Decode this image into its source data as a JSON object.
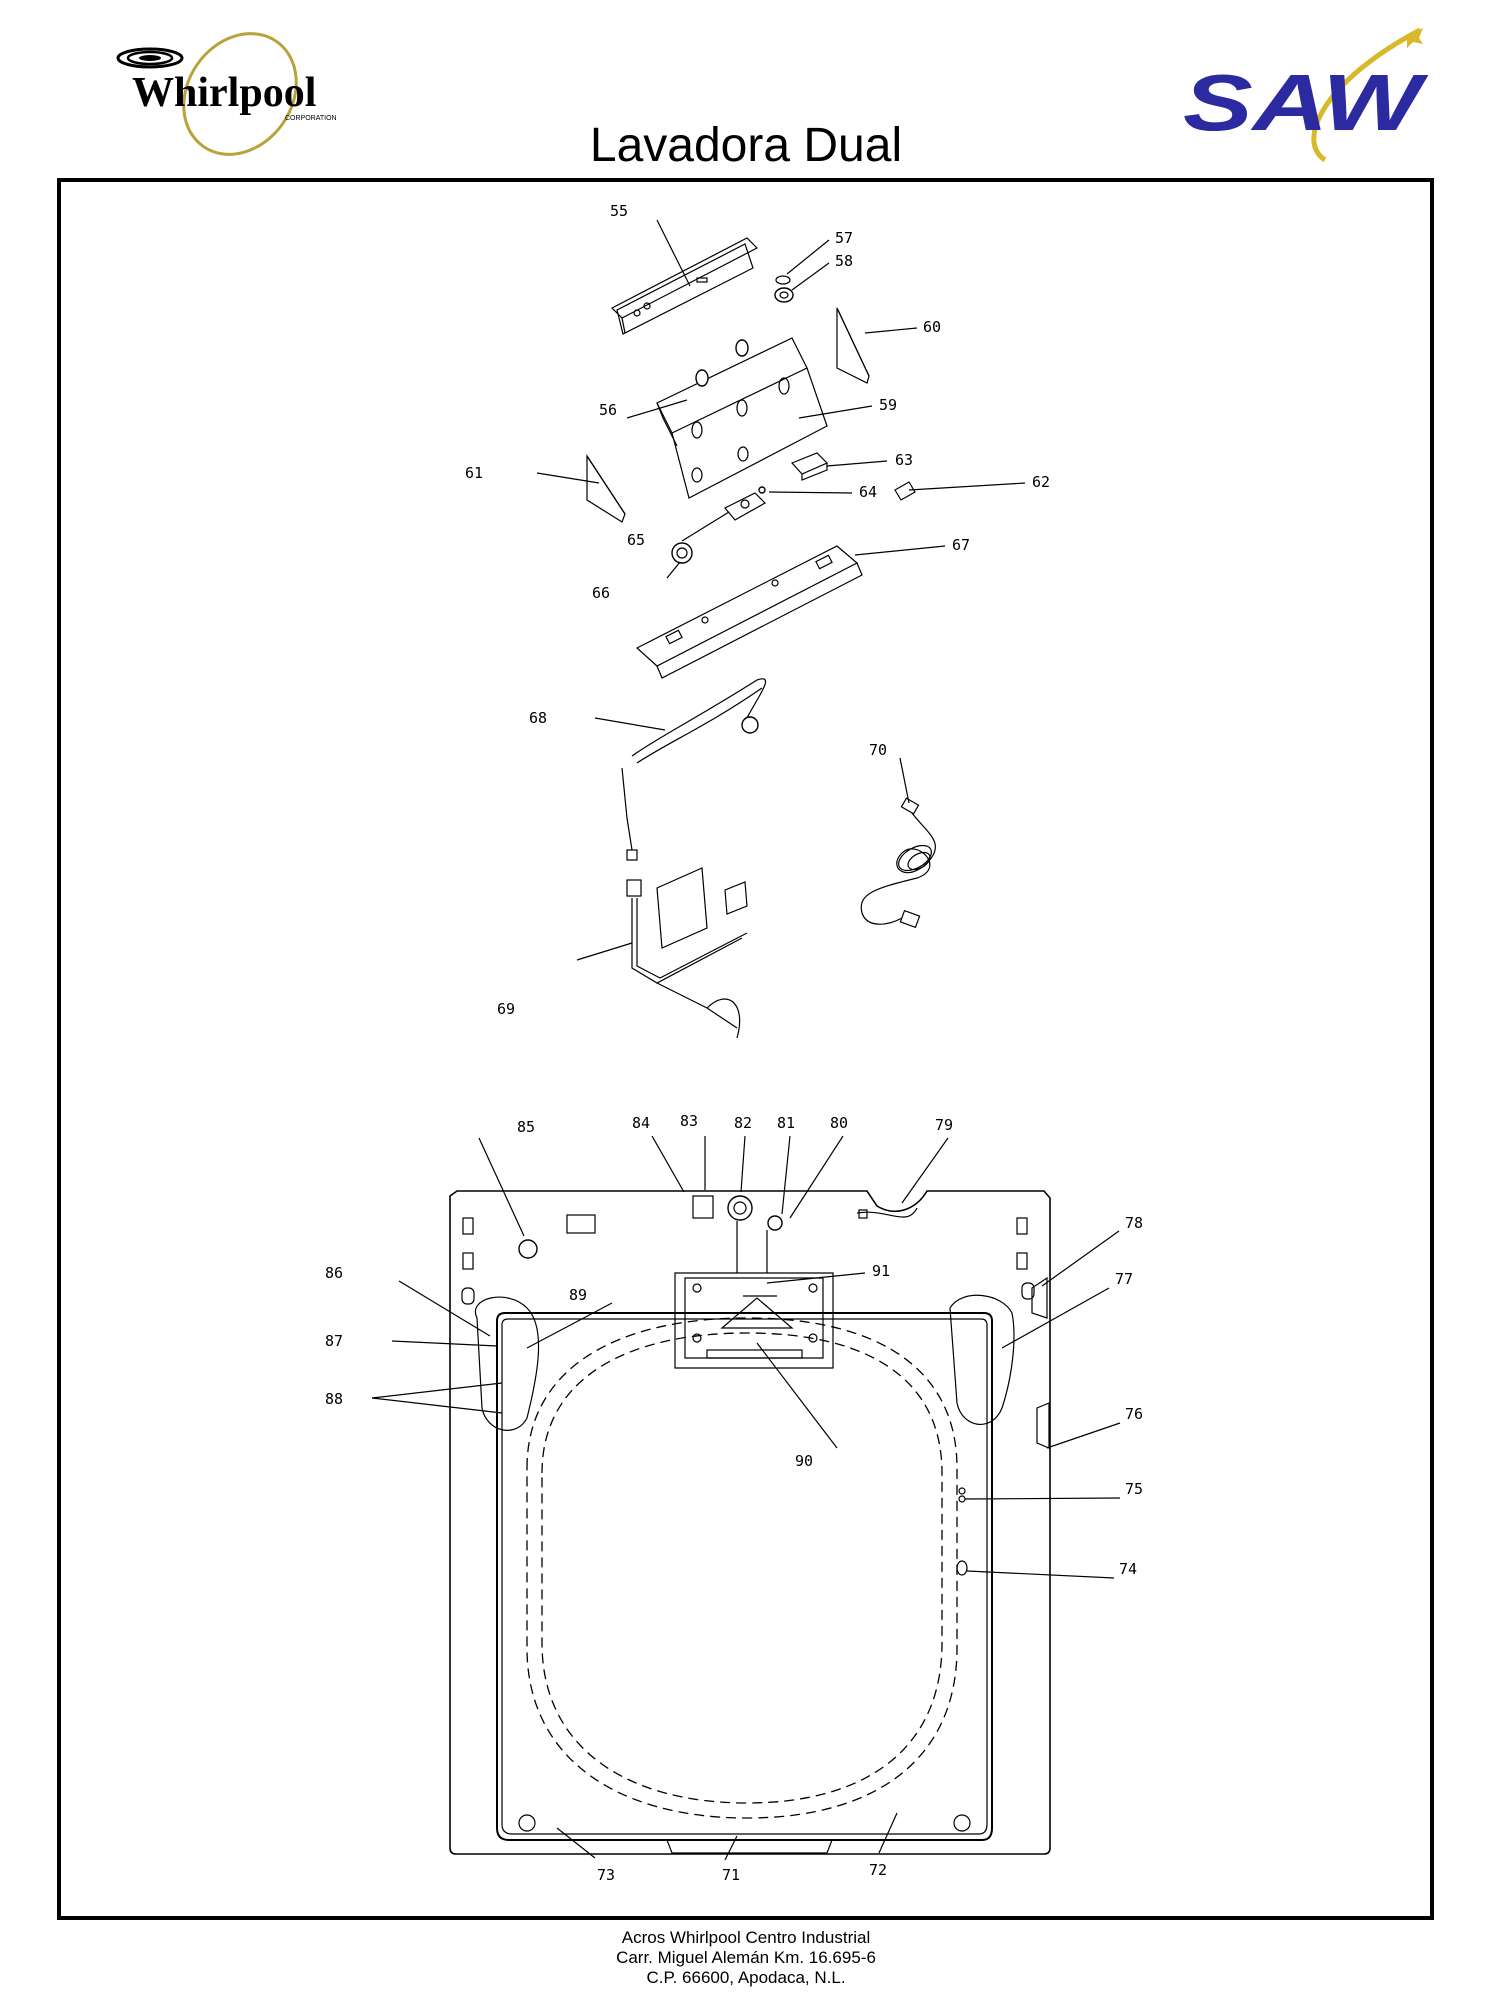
{
  "header": {
    "title": "Lavadora Dual",
    "logos": {
      "left": {
        "text": "Whirlpool",
        "subtext": "CORPORATION",
        "accent": "#b8a23a"
      },
      "right": {
        "text": "SAW",
        "color": "#2c2aa0",
        "accent": "#d9b82a"
      }
    }
  },
  "diagram": {
    "upper_assembly": {
      "callouts": [
        "55",
        "56",
        "57",
        "58",
        "59",
        "60",
        "61",
        "62",
        "63",
        "64",
        "65",
        "66",
        "67",
        "68",
        "69",
        "70"
      ]
    },
    "top_panel": {
      "callouts": [
        "71",
        "72",
        "73",
        "74",
        "75",
        "76",
        "77",
        "78",
        "79",
        "80",
        "81",
        "82",
        "83",
        "84",
        "85",
        "86",
        "87",
        "88",
        "89",
        "90",
        "91"
      ]
    }
  },
  "footer": {
    "line1": "Acros Whirlpool Centro Industrial",
    "line2": "Carr. Miguel Alemán Km. 16.695-6",
    "line3": "C.P. 66600, Apodaca, N.L."
  }
}
